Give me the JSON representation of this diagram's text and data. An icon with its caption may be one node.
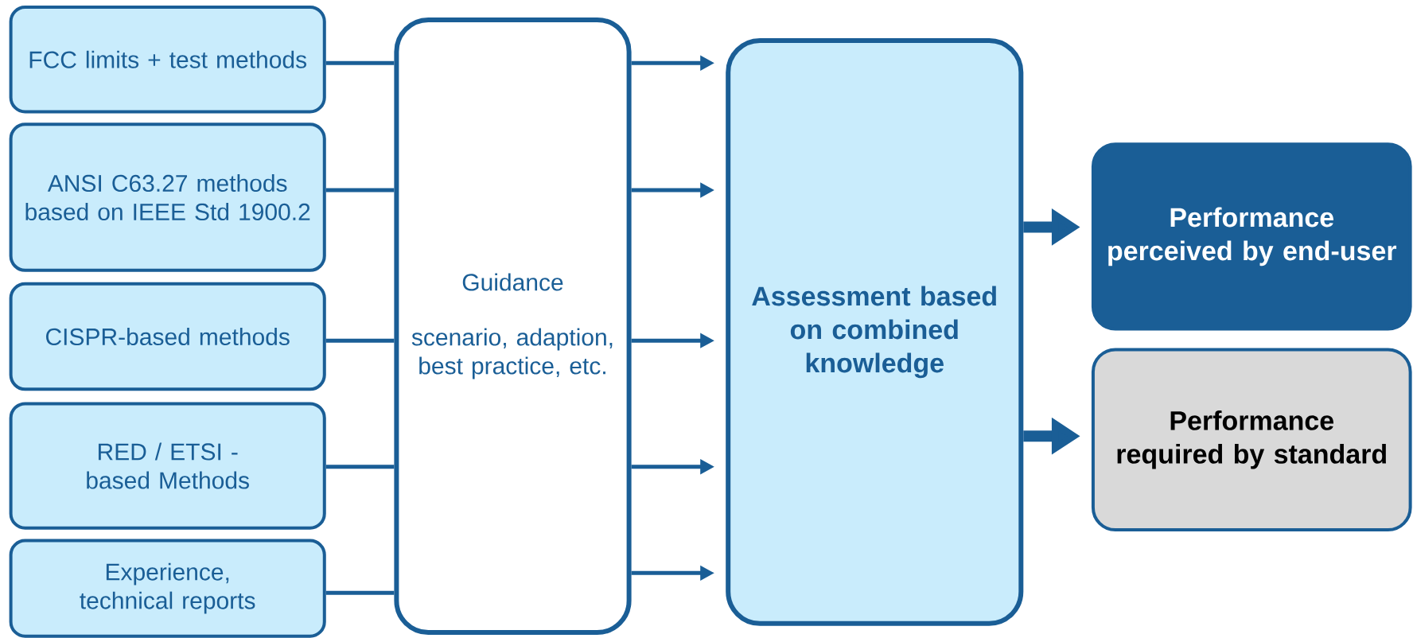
{
  "diagram": {
    "nodes": [
      {
        "text": [
          "FCC limits + test methods"
        ]
      },
      {
        "text": [
          "ANSI C63.27 methods based on IEEE Std 1900.2"
        ]
      },
      {
        "text": [
          "CISPR-based methods"
        ]
      },
      {
        "text": [
          "RED / ETSI -based Methods"
        ]
      },
      {
        "text": [
          "Experience, technical reports"
        ]
      },
      {
        "text": [
          "Guidance",
          "scenario, adaption, best practice, etc."
        ]
      },
      {
        "text": [
          "Assessment based on combined knowledge"
        ]
      },
      {
        "text": [
          "Performance perceived by end-user"
        ]
      },
      {
        "text": [
          "Performance required by standard"
        ]
      }
    ],
    "edges": [
      {
        "from": 0,
        "to": 5,
        "arrow": "none"
      },
      {
        "from": 1,
        "to": 5,
        "arrow": "none"
      },
      {
        "from": 2,
        "to": 5,
        "arrow": "none"
      },
      {
        "from": 3,
        "to": 5,
        "arrow": "none"
      },
      {
        "from": 4,
        "to": 5,
        "arrow": "none"
      },
      {
        "from": 5,
        "to": 6,
        "arrow": "to"
      },
      {
        "from": 5,
        "to": 6,
        "arrow": "to"
      },
      {
        "from": 5,
        "to": 6,
        "arrow": "to"
      },
      {
        "from": 5,
        "to": 6,
        "arrow": "to"
      },
      {
        "from": 5,
        "to": 6,
        "arrow": "to"
      },
      {
        "from": 6,
        "to": 7,
        "arrow": "to",
        "style": "thick"
      },
      {
        "from": 6,
        "to": 8,
        "arrow": "to",
        "style": "thick"
      }
    ]
  }
}
